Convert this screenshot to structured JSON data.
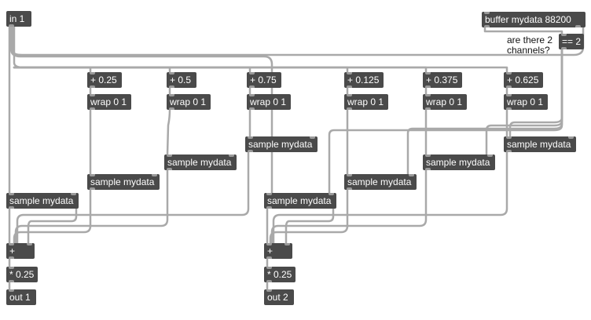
{
  "patch": {
    "objects": {
      "in1": "in 1",
      "buffer": "buffer mydata 88200",
      "eq2": "== 2",
      "add025": "+ 0.25",
      "add05": "+ 0.5",
      "add075": "+ 0.75",
      "add0125": "+ 0.125",
      "add0375": "+ 0.375",
      "add0625": "+ 0.625",
      "wrap": "wrap 0 1",
      "sample": "sample mydata",
      "plus": "+",
      "mul": "* 0.25",
      "out1": "out 1",
      "out2": "out 2"
    },
    "comment": [
      "are there 2",
      "channels?"
    ],
    "colors": {
      "box": "#4a4a4a",
      "box_text": "#ffffff",
      "cord": "#a9a9a9",
      "background": "#ffffff"
    }
  }
}
